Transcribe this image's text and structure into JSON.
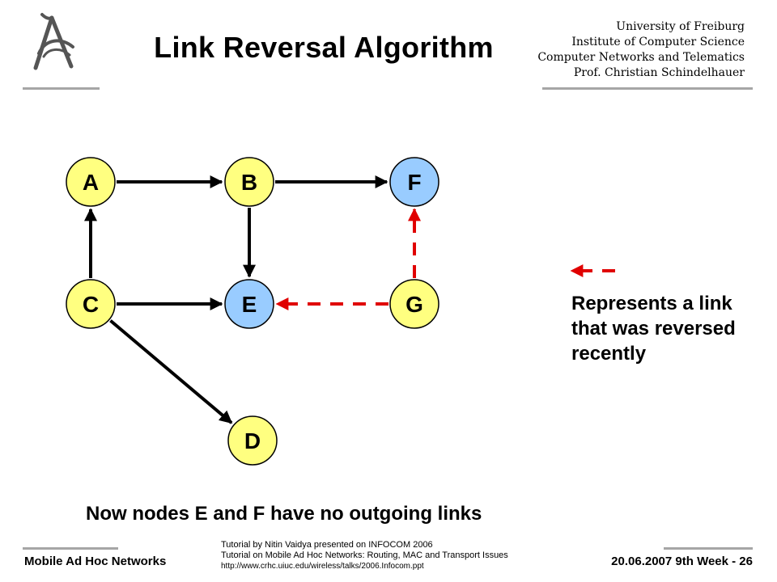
{
  "header": {
    "title": "Link Reversal Algorithm",
    "institute_lines": [
      "University of Freiburg",
      "Institute of Computer Science",
      "Computer   Networks and Telematics",
      "Prof. Christian Schindelhauer"
    ]
  },
  "diagram": {
    "nodes": [
      {
        "id": "A",
        "label": "A",
        "fill": "#ffff80"
      },
      {
        "id": "B",
        "label": "B",
        "fill": "#ffff80"
      },
      {
        "id": "F",
        "label": "F",
        "fill": "#99ccff"
      },
      {
        "id": "C",
        "label": "C",
        "fill": "#ffff80"
      },
      {
        "id": "E",
        "label": "E",
        "fill": "#99ccff"
      },
      {
        "id": "G",
        "label": "G",
        "fill": "#ffff80"
      },
      {
        "id": "D",
        "label": "D",
        "fill": "#ffff80"
      }
    ],
    "edges": [
      {
        "from": "A",
        "to": "B",
        "style": "solid"
      },
      {
        "from": "B",
        "to": "F",
        "style": "solid"
      },
      {
        "from": "C",
        "to": "A",
        "style": "solid"
      },
      {
        "from": "B",
        "to": "E",
        "style": "solid"
      },
      {
        "from": "C",
        "to": "E",
        "style": "solid"
      },
      {
        "from": "C",
        "to": "D",
        "style": "solid"
      },
      {
        "from": "G",
        "to": "E",
        "style": "dashed-red"
      },
      {
        "from": "G",
        "to": "F",
        "style": "dashed-red"
      }
    ],
    "colors": {
      "solid": "#000000",
      "reversed": "#e00000"
    }
  },
  "legend": {
    "text": "Represents a link that was reversed recently"
  },
  "conclusion": "Now nodes E and F have no outgoing links",
  "footer": {
    "left": "Mobile Ad Hoc Networks",
    "right": "20.06.2007  9th Week - 26",
    "citation_lines": [
      "Tutorial by Nitin Vaidya presented on INFOCOM  2006",
      "Tutorial on Mobile Ad Hoc Networks: Routing, MAC and Transport Issues",
      "http://www.crhc.uiuc.edu/wireless/talks/2006.Infocom.ppt"
    ]
  }
}
